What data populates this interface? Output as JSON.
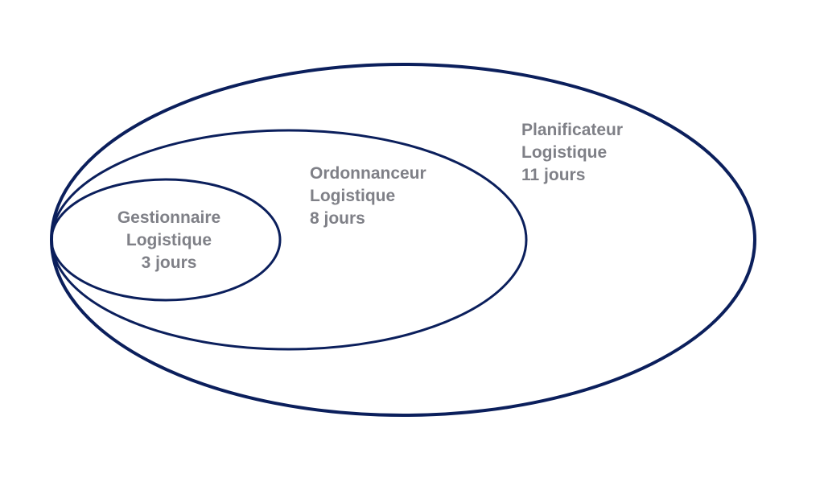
{
  "stroke_color": "#0b1f5c",
  "text_color": "#7f8087",
  "circles": [
    {
      "line1": "Gestionnaire",
      "line2": "Logistique",
      "line3": "3 jours"
    },
    {
      "line1": "Ordonnanceur",
      "line2": "Logistique",
      "line3": "8 jours"
    },
    {
      "line1": "Planificateur",
      "line2": "Logistique",
      "line3": "11 jours"
    }
  ]
}
